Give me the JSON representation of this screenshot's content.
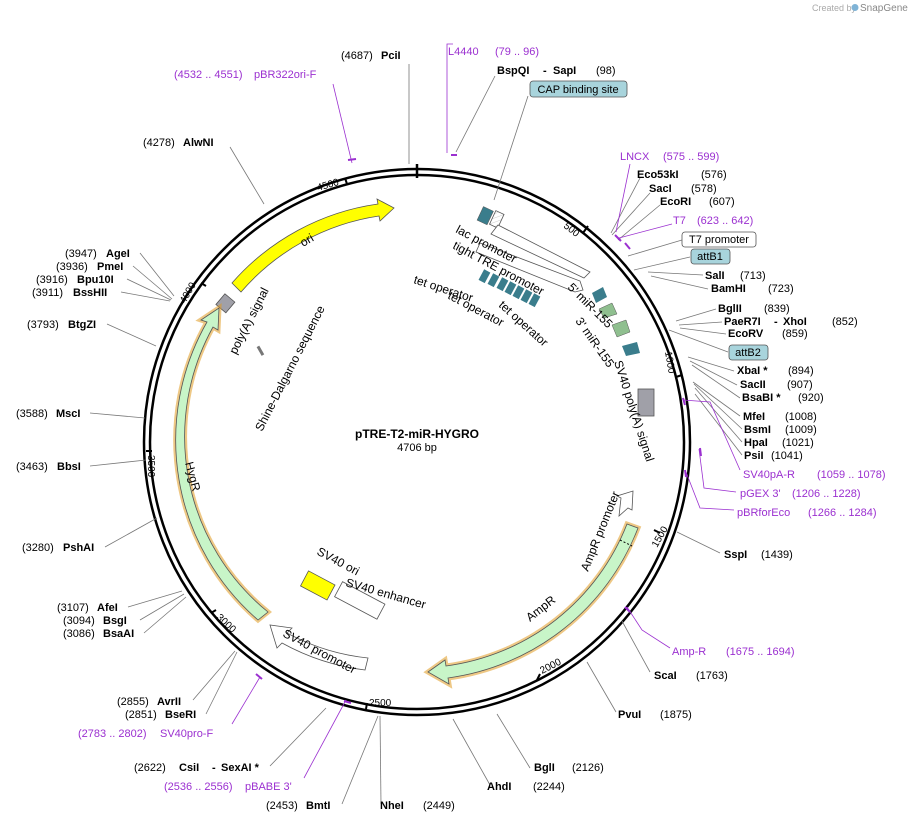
{
  "credit": {
    "prefix": "Created by",
    "brand": "SnapGene"
  },
  "plasmid": {
    "name": "pTRE-T2-miR-HYGRO",
    "length_label": "4706 bp"
  },
  "ruler": [
    "500",
    "1000",
    "1500",
    "2000",
    "2500",
    "3000",
    "3500",
    "4000",
    "4500"
  ],
  "colors": {
    "arrow_green": "#c8f5c8",
    "ori_yellow": "#ffff00",
    "primer": "#9b30d0",
    "operator_teal": "#3a7d8c",
    "attb_fill": "#a8d4dc",
    "cap_fill": "#a8d4dc"
  },
  "restriction_sites": [
    {
      "name": "PciI",
      "pos": "(4687)"
    },
    {
      "name": "BspQI",
      "name2": "SapI",
      "pos": "(98)"
    },
    {
      "name": "AlwNI",
      "pos": "(4278)"
    },
    {
      "name": "Eco53kI",
      "pos": "(576)"
    },
    {
      "name": "SacI",
      "pos": "(578)"
    },
    {
      "name": "EcoRI",
      "pos": "(607)"
    },
    {
      "name": "SalI",
      "pos": "(713)"
    },
    {
      "name": "BamHI",
      "pos": "(723)"
    },
    {
      "name": "BglII",
      "pos": "(839)"
    },
    {
      "name": "PaeR7I",
      "name2": "XhoI",
      "pos": "(852)"
    },
    {
      "name": "EcoRV",
      "pos": "(859)"
    },
    {
      "name": "XbaI *",
      "pos": "(894)"
    },
    {
      "name": "SacII",
      "pos": "(907)"
    },
    {
      "name": "BsaBI *",
      "pos": "(920)"
    },
    {
      "name": "MfeI",
      "pos": "(1008)"
    },
    {
      "name": "BsmI",
      "pos": "(1009)"
    },
    {
      "name": "HpaI",
      "pos": "(1021)"
    },
    {
      "name": "PsiI",
      "pos": "(1041)"
    },
    {
      "name": "SspI",
      "pos": "(1439)"
    },
    {
      "name": "ScaI",
      "pos": "(1763)"
    },
    {
      "name": "PvuI",
      "pos": "(1875)"
    },
    {
      "name": "BglI",
      "pos": "(2126)"
    },
    {
      "name": "AhdI",
      "pos": "(2244)"
    },
    {
      "name": "NheI",
      "pos": "(2449)"
    },
    {
      "name": "BmtI",
      "pos": "(2453)"
    },
    {
      "name": "CsiI",
      "name2": "SexAI *",
      "pos": "(2622)"
    },
    {
      "name": "BseRI",
      "pos": "(2851)"
    },
    {
      "name": "AvrII",
      "pos": "(2855)"
    },
    {
      "name": "BsaAI",
      "pos": "(3086)"
    },
    {
      "name": "BsgI",
      "pos": "(3094)"
    },
    {
      "name": "AfeI",
      "pos": "(3107)"
    },
    {
      "name": "PshAI",
      "pos": "(3280)"
    },
    {
      "name": "BbsI",
      "pos": "(3463)"
    },
    {
      "name": "MscI",
      "pos": "(3588)"
    },
    {
      "name": "BtgZI",
      "pos": "(3793)"
    },
    {
      "name": "BssHII",
      "pos": "(3911)"
    },
    {
      "name": "Bpu10I",
      "pos": "(3916)"
    },
    {
      "name": "PmeI",
      "pos": "(3936)"
    },
    {
      "name": "AgeI",
      "pos": "(3947)"
    }
  ],
  "primers": [
    {
      "name": "L4440",
      "range": "(79 .. 96)"
    },
    {
      "name": "pBR322ori-F",
      "range": "(4532 .. 4551)"
    },
    {
      "name": "LNCX",
      "range": "(575 .. 599)"
    },
    {
      "name": "T7",
      "range": "(623 .. 642)"
    },
    {
      "name": "SV40pA-R",
      "range": "(1059 .. 1078)"
    },
    {
      "name": "pGEX 3'",
      "range": "(1206 .. 1228)"
    },
    {
      "name": "pBRforEco",
      "range": "(1266 .. 1284)"
    },
    {
      "name": "Amp-R",
      "range": "(1675 .. 1694)"
    },
    {
      "name": "pBABE 3'",
      "range": "(2536 .. 2556)"
    },
    {
      "name": "SV40pro-F",
      "range": "(2783 .. 2802)"
    }
  ],
  "boxed_features": {
    "cap": "CAP binding site",
    "t7": "T7 promoter",
    "attb1": "attB1",
    "attb2": "attB2"
  },
  "features": {
    "lac_promoter": "lac promoter",
    "tight_tre": "tight TRE promoter",
    "tet_operator": "tet operator",
    "mir_5": "5' miR-155",
    "mir_3": "3' miR-155",
    "sv40_polya": "SV40 poly(A) signal",
    "ampr_promoter": "AmpR promoter",
    "ampr": "AmpR",
    "sv40_ori": "SV40 ori",
    "sv40_enhancer": "SV40 enhancer",
    "sv40_promoter": "SV40 promoter",
    "hygr": "HygR",
    "shine": "Shine-Dalgarno sequence",
    "polya": "poly(A) signal",
    "ori": "ori"
  }
}
